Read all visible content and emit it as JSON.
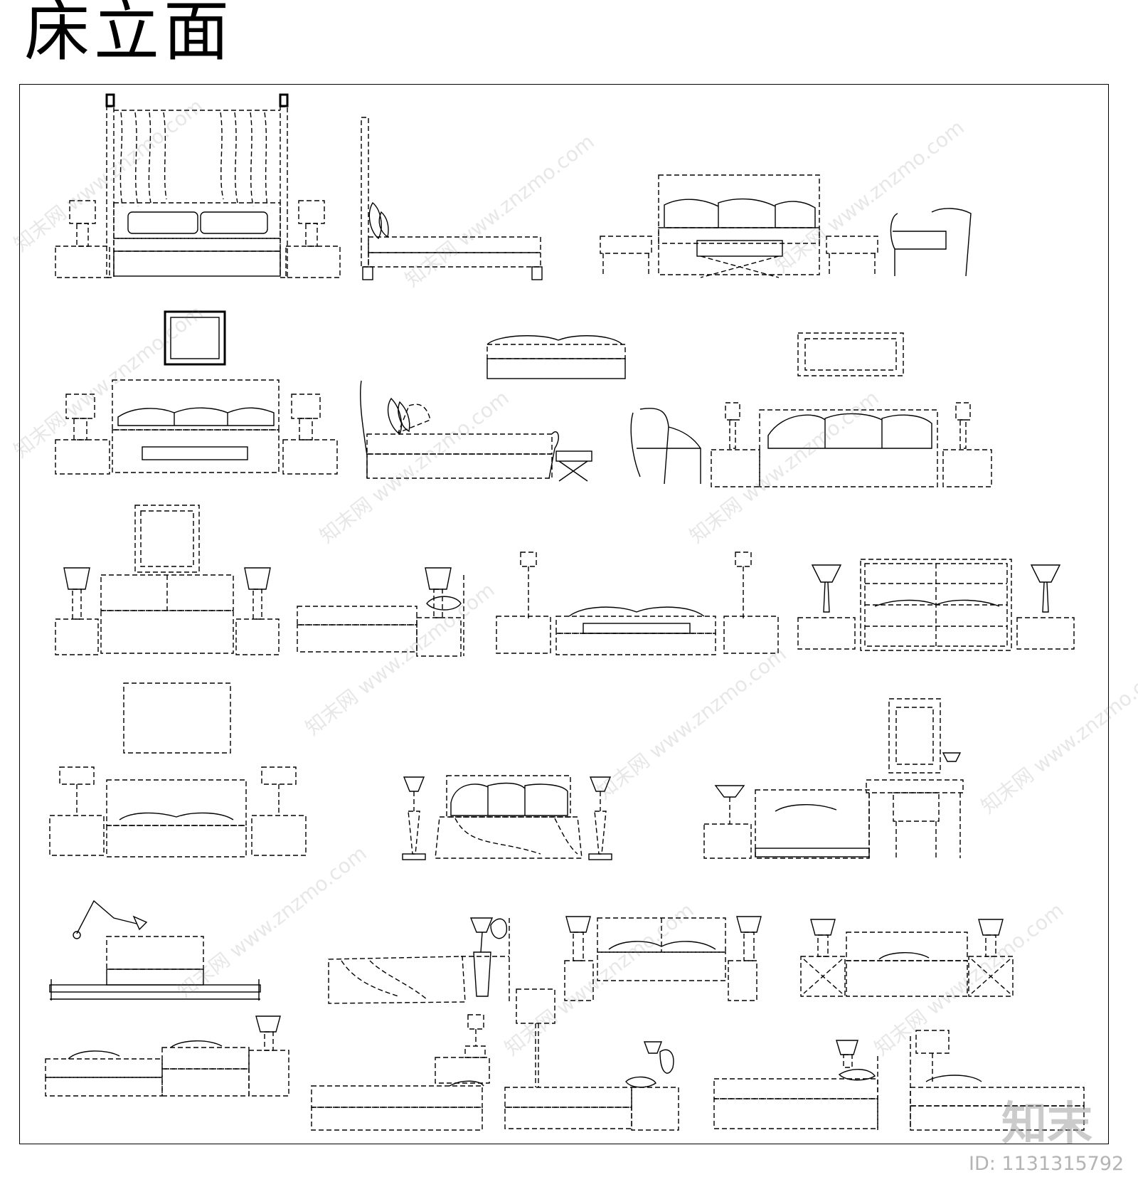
{
  "title": "床立面",
  "brand_mark": "知末",
  "image_id": "ID: 1131315792",
  "watermark": "知末网 www.znzmo.com"
}
